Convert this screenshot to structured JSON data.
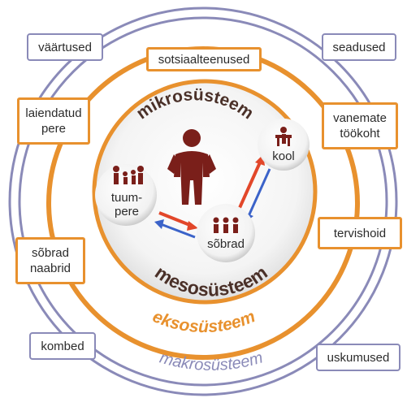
{
  "labels": {
    "mikro": "mikrosüsteem",
    "meso": "mesosüsteem",
    "ekso": "eksosüsteem",
    "makro": "makrosüsteem"
  },
  "nodes": {
    "tuumpere": "tuum-\npere",
    "kool": "kool",
    "sobrad": "sõbrad"
  },
  "macro_boxes": {
    "vaartused": "väärtused",
    "seadused": "seadused",
    "kombed": "kombed",
    "uskumused": "uskumused"
  },
  "exo_boxes": {
    "sotsiaalteenused": "sotsiaalteenused",
    "laiendatud_pere": "laiendatud\npere",
    "vanemate_tookoht": "vanemate\ntöökoht",
    "tervishoid": "tervishoid",
    "sobrad_naabrid": "sõbrad\nnaabrid"
  },
  "colors": {
    "macro_ring": "#8a8ab8",
    "exo_ring": "#e8912e",
    "exo_text": "#e8912e",
    "macro_text": "#8a8ab8",
    "dark_text": "#4a3028",
    "figure": "#7a1f1a",
    "arrow_red": "#e2472a",
    "arrow_blue": "#3b63c9"
  }
}
